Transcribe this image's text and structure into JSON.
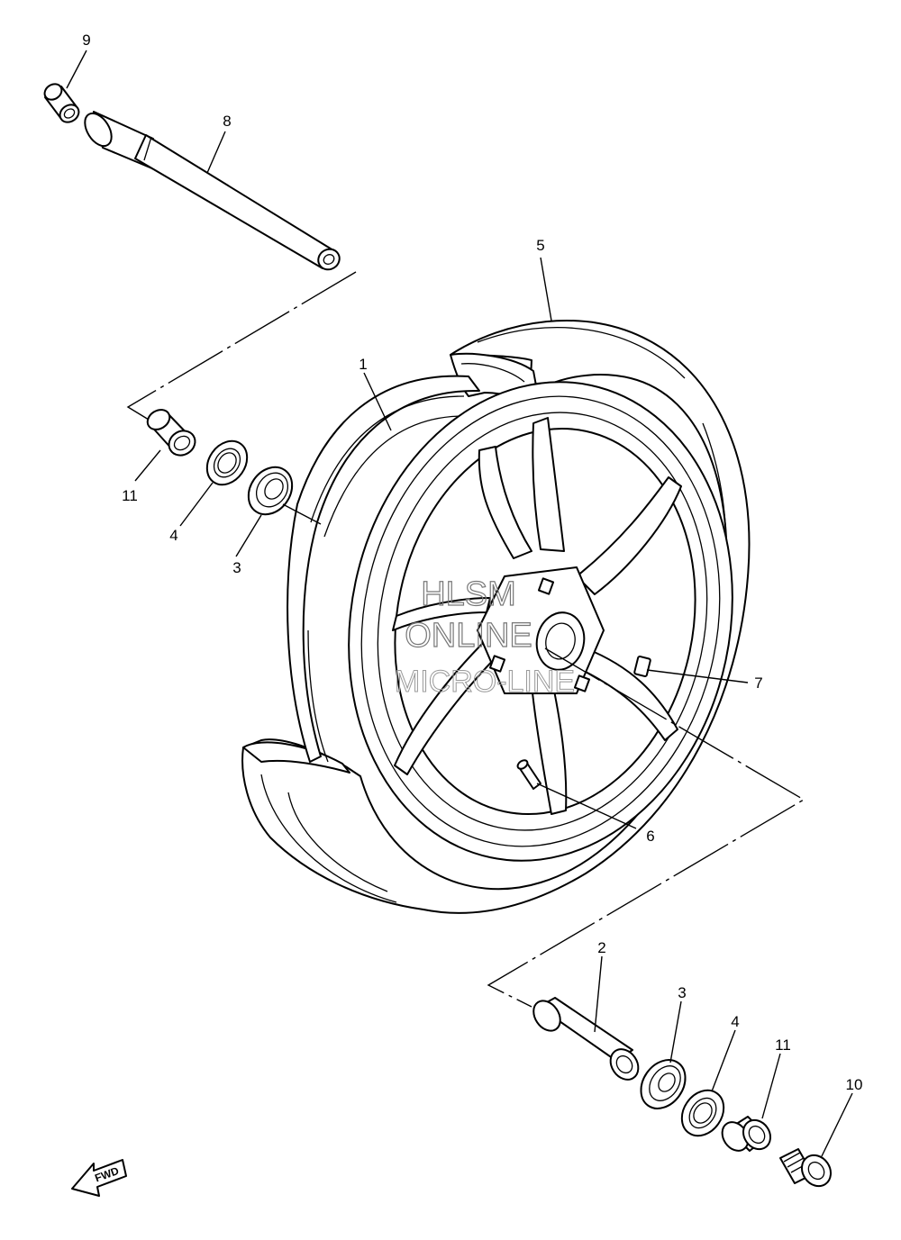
{
  "diagram": {
    "labels": {
      "l1": "1",
      "l2": "2",
      "l3a": "3",
      "l3b": "3",
      "l4a": "4",
      "l4b": "4",
      "l5": "5",
      "l6": "6",
      "l7": "7",
      "l8": "8",
      "l9": "9",
      "l10": "10",
      "l11a": "11",
      "l11b": "11"
    },
    "direction_badge": "FWD"
  },
  "watermark": {
    "line1": "HLSM",
    "line2": "ONLINE",
    "line3": "MICRO-LINE"
  }
}
